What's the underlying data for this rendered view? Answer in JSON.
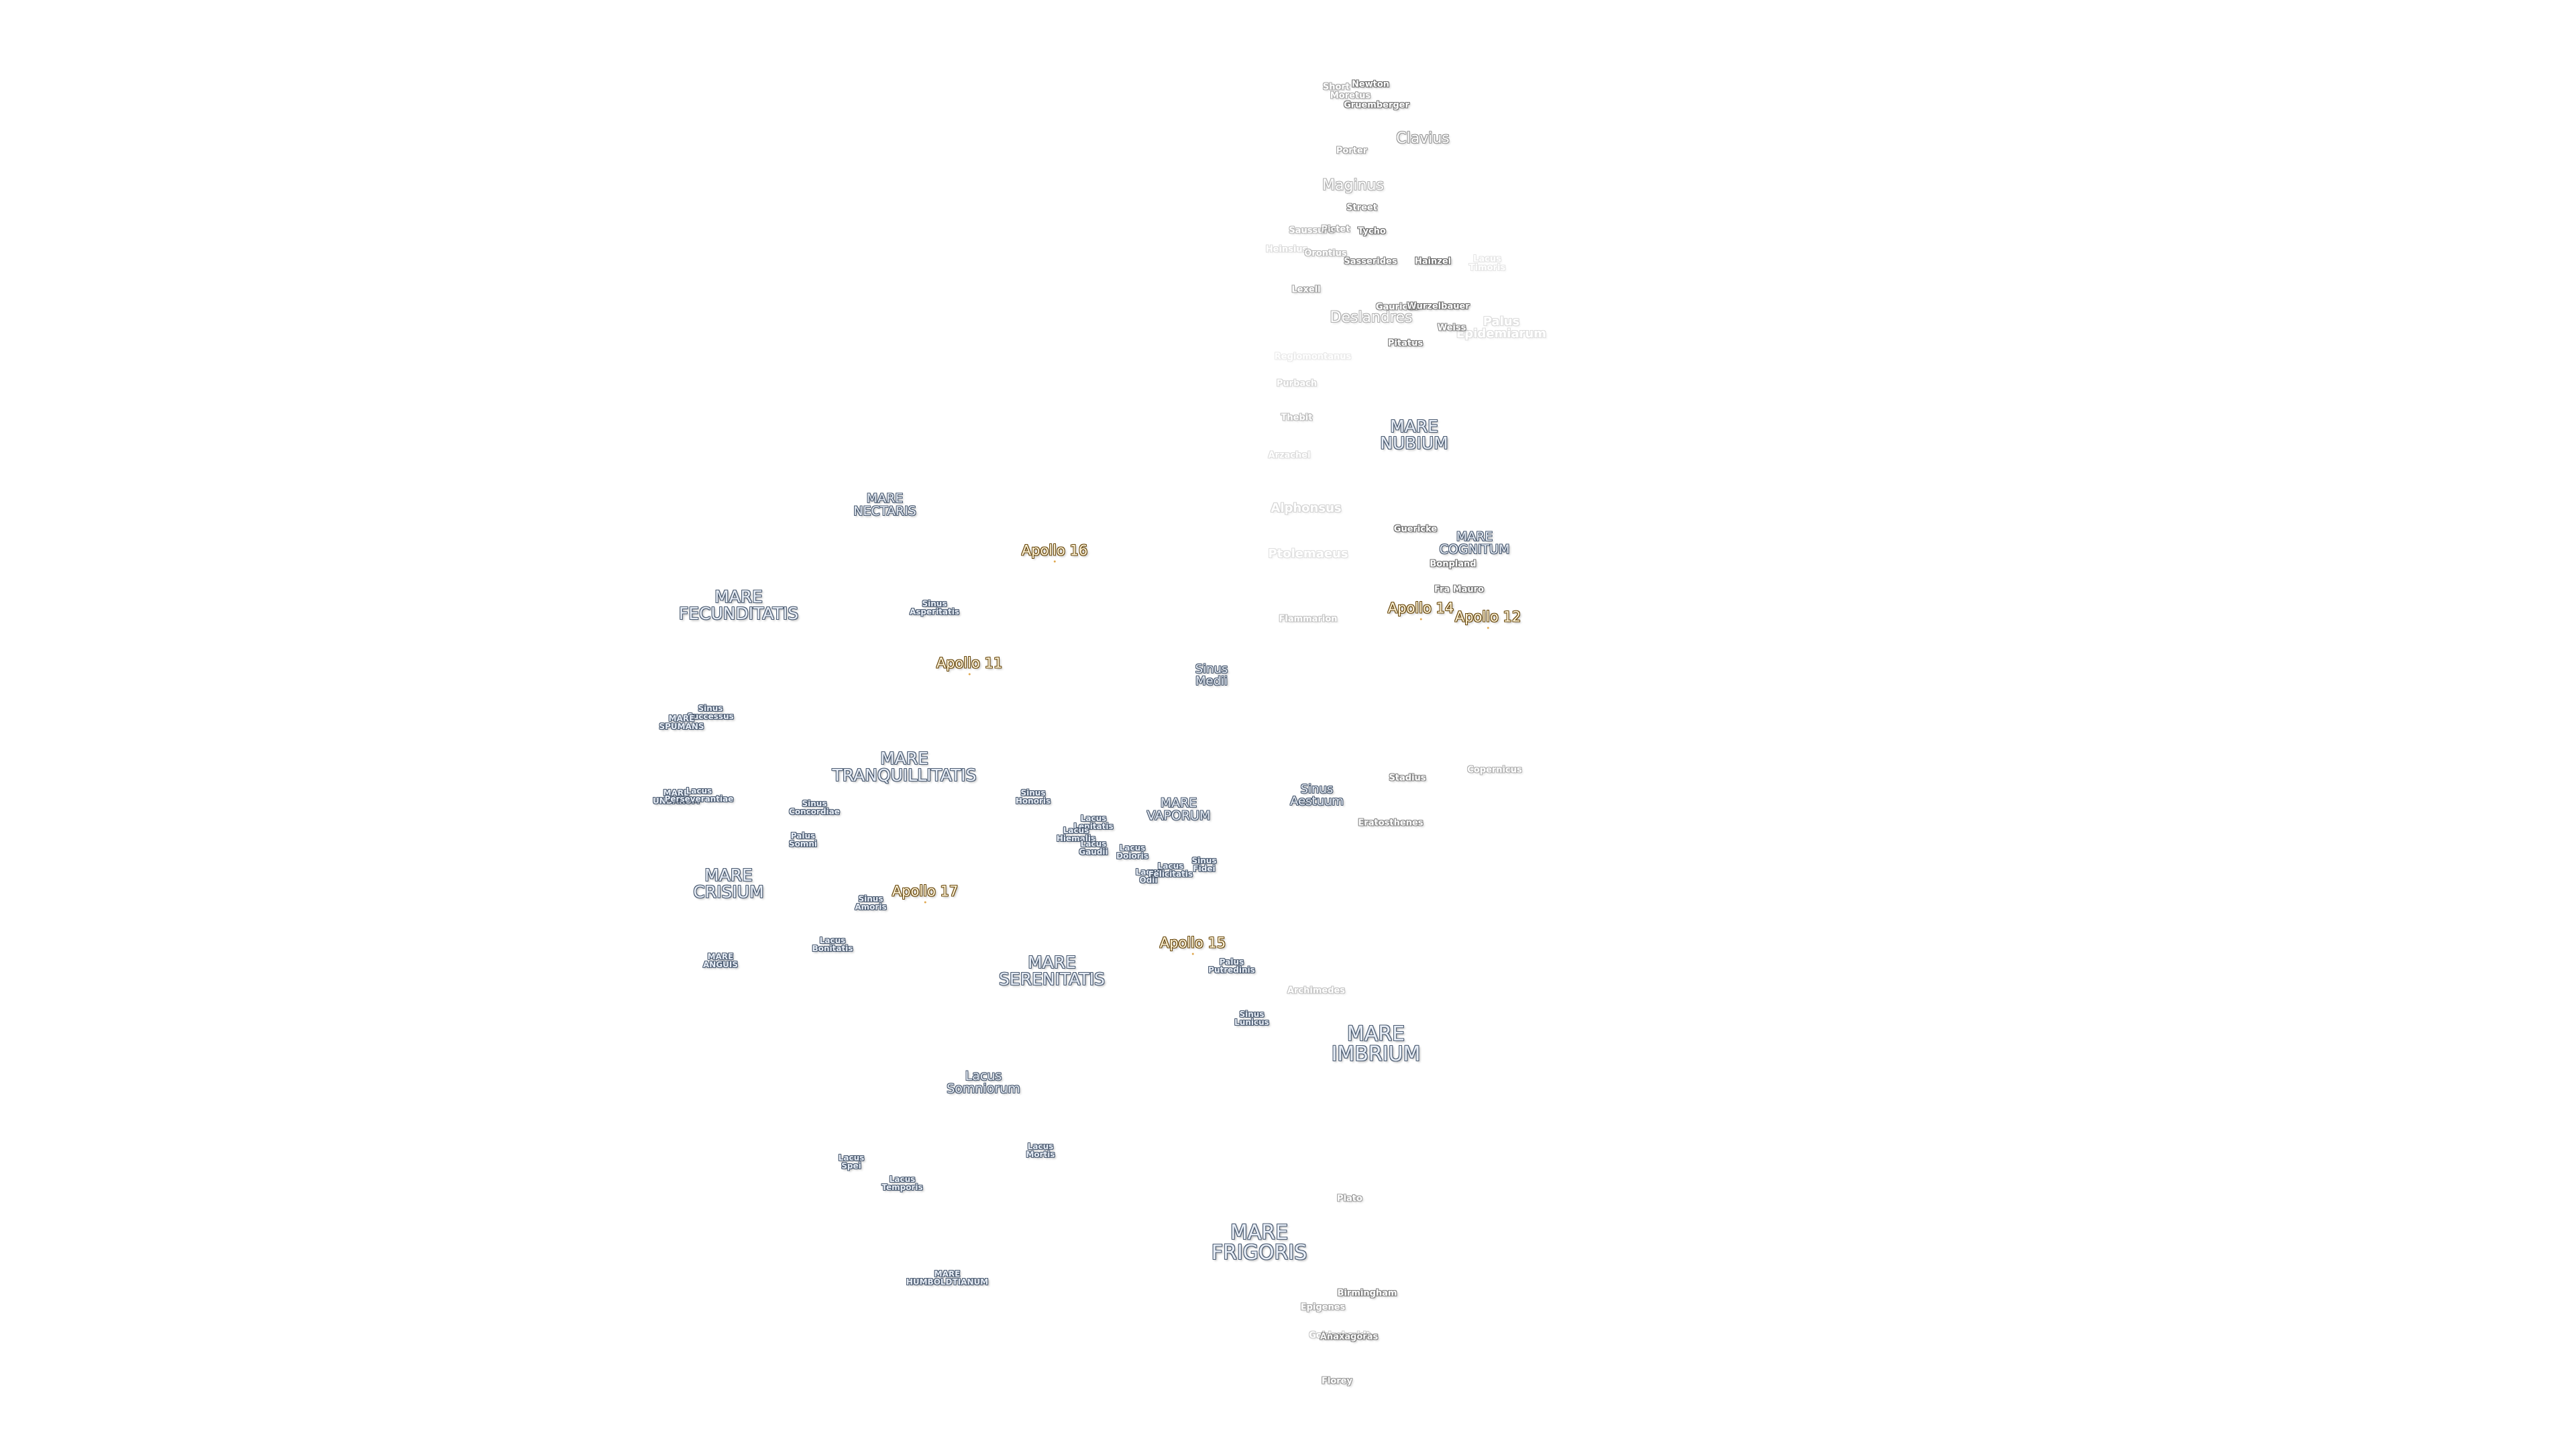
{
  "map_title": "",
  "colors": {
    "mare_fill": "#e8eef7",
    "mare_outline": "#4a5a70",
    "crater_fill": "#ffffff",
    "crater_outline": "#555555",
    "apollo_fill": "#fff4d8",
    "apollo_outline": "#6a4a10",
    "faded_text": "#d8d8d8"
  },
  "labels": [
    {
      "id": "newton",
      "text": "Newton",
      "kind": "crater",
      "alpha": 0.85
    },
    {
      "id": "short",
      "text": "Short",
      "kind": "crater",
      "alpha": 0.5
    },
    {
      "id": "moretus",
      "text": "Moretus",
      "kind": "crater",
      "alpha": 0.5
    },
    {
      "id": "gruemberger",
      "text": "Gruemberger",
      "kind": "crater",
      "alpha": 0.8
    },
    {
      "id": "clavius",
      "text": "Clavius",
      "kind": "crater-lg",
      "alpha": 0.6
    },
    {
      "id": "porter",
      "text": "Porter",
      "kind": "crater",
      "alpha": 0.55
    },
    {
      "id": "maginus",
      "text": "Maginus",
      "kind": "crater-lg",
      "alpha": 0.45
    },
    {
      "id": "street",
      "text": "Street",
      "kind": "crater",
      "alpha": 0.7
    },
    {
      "id": "saussure",
      "text": "Saussure",
      "kind": "crater",
      "alpha": 0.4
    },
    {
      "id": "pictet",
      "text": "Pictet",
      "kind": "crater",
      "alpha": 0.5
    },
    {
      "id": "tycho",
      "text": "Tycho",
      "kind": "crater",
      "alpha": 0.85
    },
    {
      "id": "heinsius",
      "text": "Heinsius",
      "kind": "crater",
      "alpha": 0.2
    },
    {
      "id": "orontius",
      "text": "Orontius",
      "kind": "crater",
      "alpha": 0.4
    },
    {
      "id": "sasserides",
      "text": "Sasserides",
      "kind": "crater",
      "alpha": 0.75
    },
    {
      "id": "hainzel_lbl",
      "text": "Hainzel",
      "kind": "crater",
      "alpha": 0.9
    },
    {
      "id": "lacus_timoris",
      "text": "Lacus\nTimoris",
      "kind": "crater",
      "alpha": 0.15
    },
    {
      "id": "lexell",
      "text": "Lexell",
      "kind": "crater",
      "alpha": 0.55
    },
    {
      "id": "gauricus",
      "text": "Gauricus",
      "kind": "crater",
      "alpha": 0.7
    },
    {
      "id": "wurzelbauer",
      "text": "Wurzelbauer",
      "kind": "crater",
      "alpha": 0.85
    },
    {
      "id": "deslandres",
      "text": "Deslandres",
      "kind": "crater-lg",
      "alpha": 0.45
    },
    {
      "id": "palus_epidemiarum",
      "text": "Palus\nEpidemiarum",
      "kind": "crater-md",
      "alpha": 0.2
    },
    {
      "id": "weiss",
      "text": "Weiss",
      "kind": "crater",
      "alpha": 0.7
    },
    {
      "id": "pitatus",
      "text": "Pitatus",
      "kind": "crater",
      "alpha": 0.8
    },
    {
      "id": "regiomontanus",
      "text": "Regiomontanus",
      "kind": "crater",
      "alpha": 0.12
    },
    {
      "id": "purbach",
      "text": "Purbach",
      "kind": "crater",
      "alpha": 0.25
    },
    {
      "id": "thebit",
      "text": "Thebit",
      "kind": "crater",
      "alpha": 0.4
    },
    {
      "id": "mare_nubium",
      "text": "MARE\nNUBIUM",
      "kind": "mare-md",
      "alpha": 1
    },
    {
      "id": "arzachel",
      "text": "Arzachel",
      "kind": "crater",
      "alpha": 0.2
    },
    {
      "id": "alphonsus",
      "text": "Alphonsus",
      "kind": "crater-md",
      "alpha": 0.25
    },
    {
      "id": "guericke",
      "text": "Guericke",
      "kind": "crater",
      "alpha": 0.85
    },
    {
      "id": "mare_cognitum",
      "text": "MARE\nCOGNITUM",
      "kind": "mare-sm",
      "alpha": 1
    },
    {
      "id": "ptolemaeus",
      "text": "Ptolemaeus",
      "kind": "crater-md",
      "alpha": 0.18
    },
    {
      "id": "bonpland",
      "text": "Bonpland",
      "kind": "crater",
      "alpha": 0.85
    },
    {
      "id": "fra_mauro",
      "text": "Fra Mauro",
      "kind": "crater",
      "alpha": 0.85
    },
    {
      "id": "apollo14",
      "text": "Apollo 14",
      "kind": "apollo",
      "alpha": 1
    },
    {
      "id": "apollo12",
      "text": "Apollo 12",
      "kind": "apollo",
      "alpha": 1
    },
    {
      "id": "flammarion",
      "text": "Flammarion",
      "kind": "crater",
      "alpha": 0.35
    },
    {
      "id": "mare_nectaris",
      "text": "MARE\nNECTARIS",
      "kind": "mare-sm",
      "alpha": 1
    },
    {
      "id": "apollo16",
      "text": "Apollo 16",
      "kind": "apollo",
      "alpha": 1
    },
    {
      "id": "mare_fecunditatis",
      "text": "MARE\nFECUNDITATIS",
      "kind": "mare-md",
      "alpha": 1
    },
    {
      "id": "sinus_asperitatis",
      "text": "Sinus\nAsperitatis",
      "kind": "small",
      "alpha": 1
    },
    {
      "id": "apollo11",
      "text": "Apollo 11",
      "kind": "apollo",
      "alpha": 1
    },
    {
      "id": "sinus_medii",
      "text": "Sinus\nMedii",
      "kind": "small-md",
      "alpha": 1
    },
    {
      "id": "sinus_successus",
      "text": "Sinus\nSuccessus",
      "kind": "small",
      "alpha": 1
    },
    {
      "id": "mare_spumans",
      "text": "MARE\nSPUMANS",
      "kind": "small",
      "alpha": 1
    },
    {
      "id": "mare_tranquillitatis",
      "text": "MARE\nTRANQUILLITATIS",
      "kind": "mare-md",
      "alpha": 1
    },
    {
      "id": "mare_undarum",
      "text": "MARE\nUNDARUM",
      "kind": "small",
      "alpha": 1
    },
    {
      "id": "lacus_perseverantiae",
      "text": "Lacus\nPerseverantiae",
      "kind": "small",
      "alpha": 1
    },
    {
      "id": "sinus_concordiae",
      "text": "Sinus\nConcordiae",
      "kind": "small",
      "alpha": 1
    },
    {
      "id": "palus_somni",
      "text": "Palus\nSomni",
      "kind": "small",
      "alpha": 1
    },
    {
      "id": "sinus_honoris",
      "text": "Sinus\nHonoris",
      "kind": "small",
      "alpha": 1
    },
    {
      "id": "lacus_lenitatis",
      "text": "Lacus\nLenitatis",
      "kind": "small",
      "alpha": 1
    },
    {
      "id": "lacus_hiemalis",
      "text": "Lacus\nHiemalis",
      "kind": "small",
      "alpha": 1
    },
    {
      "id": "lacus_gaudii",
      "text": "Lacus\nGaudii",
      "kind": "small",
      "alpha": 1
    },
    {
      "id": "mare_vaporum",
      "text": "MARE\nVAPORUM",
      "kind": "mare-sm",
      "alpha": 1
    },
    {
      "id": "sinus_aestuum",
      "text": "Sinus\nAestuum",
      "kind": "small-md",
      "alpha": 1
    },
    {
      "id": "stadius",
      "text": "Stadius",
      "kind": "crater",
      "alpha": 0.7
    },
    {
      "id": "copernicus",
      "text": "Copernicus",
      "kind": "crater",
      "alpha": 0.45
    },
    {
      "id": "eratosthenes",
      "text": "Eratosthenes",
      "kind": "crater",
      "alpha": 0.7
    },
    {
      "id": "lacus_doloris",
      "text": "Lacus\nDoloris",
      "kind": "small",
      "alpha": 1
    },
    {
      "id": "sinus_fidei",
      "text": "Sinus\nFidei",
      "kind": "small",
      "alpha": 1
    },
    {
      "id": "lacus_odii",
      "text": "Lacus\nOdii",
      "kind": "small",
      "alpha": 1
    },
    {
      "id": "lacus_felicitatis",
      "text": "Lacus\nFelicitatis",
      "kind": "small",
      "alpha": 1
    },
    {
      "id": "mare_crisium",
      "text": "MARE\nCRISIUM",
      "kind": "mare-md",
      "alpha": 1
    },
    {
      "id": "sinus_amoris",
      "text": "Sinus\nAmoris",
      "kind": "small",
      "alpha": 1
    },
    {
      "id": "apollo17",
      "text": "Apollo 17",
      "kind": "apollo",
      "alpha": 1
    },
    {
      "id": "apollo15",
      "text": "Apollo 15",
      "kind": "apollo",
      "alpha": 1
    },
    {
      "id": "palus_putredinis",
      "text": "Palus\nPutredinis",
      "kind": "small",
      "alpha": 1
    },
    {
      "id": "lacus_bonitatis",
      "text": "Lacus\nBonitatis",
      "kind": "small",
      "alpha": 1
    },
    {
      "id": "mare_serenitatis",
      "text": "MARE\nSERENITATIS",
      "kind": "mare-md",
      "alpha": 1
    },
    {
      "id": "mare_anguis",
      "text": "MARE\nANGUIS",
      "kind": "small",
      "alpha": 1
    },
    {
      "id": "archimedes",
      "text": "Archimedes",
      "kind": "crater",
      "alpha": 0.35
    },
    {
      "id": "sinus_lunicus",
      "text": "Sinus\nLunicus",
      "kind": "small",
      "alpha": 1
    },
    {
      "id": "mare_imbrium",
      "text": "MARE\nIMBRIUM",
      "kind": "mare-lg",
      "alpha": 1
    },
    {
      "id": "lacus_somniorum",
      "text": "Lacus\nSomniorum",
      "kind": "mare-sm",
      "alpha": 1
    },
    {
      "id": "lacus_mortis",
      "text": "Lacus\nMortis",
      "kind": "small",
      "alpha": 1
    },
    {
      "id": "lacus_spei",
      "text": "Lacus\nSpei",
      "kind": "small",
      "alpha": 1
    },
    {
      "id": "lacus_temporis",
      "text": "Lacus\nTemporis",
      "kind": "small",
      "alpha": 1
    },
    {
      "id": "plato",
      "text": "Plato",
      "kind": "crater",
      "alpha": 0.55
    },
    {
      "id": "mare_frigoris",
      "text": "MARE\nFRIGORIS",
      "kind": "mare-lg",
      "alpha": 1
    },
    {
      "id": "mare_humboldtianum",
      "text": "MARE\nHUMBOLDTIANUM",
      "kind": "small",
      "alpha": 1
    },
    {
      "id": "birmingham",
      "text": "Birmingham",
      "kind": "crater",
      "alpha": 0.75
    },
    {
      "id": "epigenes",
      "text": "Epigenes",
      "kind": "crater",
      "alpha": 0.5
    },
    {
      "id": "goldschmidt",
      "text": "Goldschmidt",
      "kind": "crater",
      "alpha": 0.3
    },
    {
      "id": "anaxagoras",
      "text": "Anaxagoras",
      "kind": "crater",
      "alpha": 0.75
    },
    {
      "id": "florey",
      "text": "Florey",
      "kind": "crater",
      "alpha": 0.6
    }
  ]
}
